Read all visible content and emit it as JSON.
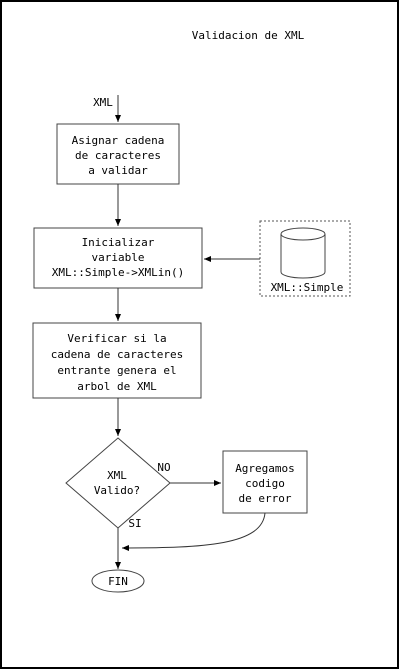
{
  "title": "Validacion de XML",
  "start_label": "XML",
  "step_assign": [
    "Asignar cadena",
    "de caracteres",
    "a validar"
  ],
  "step_init": [
    "Inicializar",
    "variable",
    "XML::Simple->XMLin()"
  ],
  "module_label": "XML::Simple",
  "step_verify": [
    "Verificar si la",
    "cadena de caracteres",
    "entrante genera el",
    "arbol de XML"
  ],
  "decision": [
    "XML",
    "Valido?"
  ],
  "branch_no": "NO",
  "branch_si": "SI",
  "error_step": [
    "Agregamos",
    "codigo",
    "de error"
  ],
  "end_label": "FIN"
}
